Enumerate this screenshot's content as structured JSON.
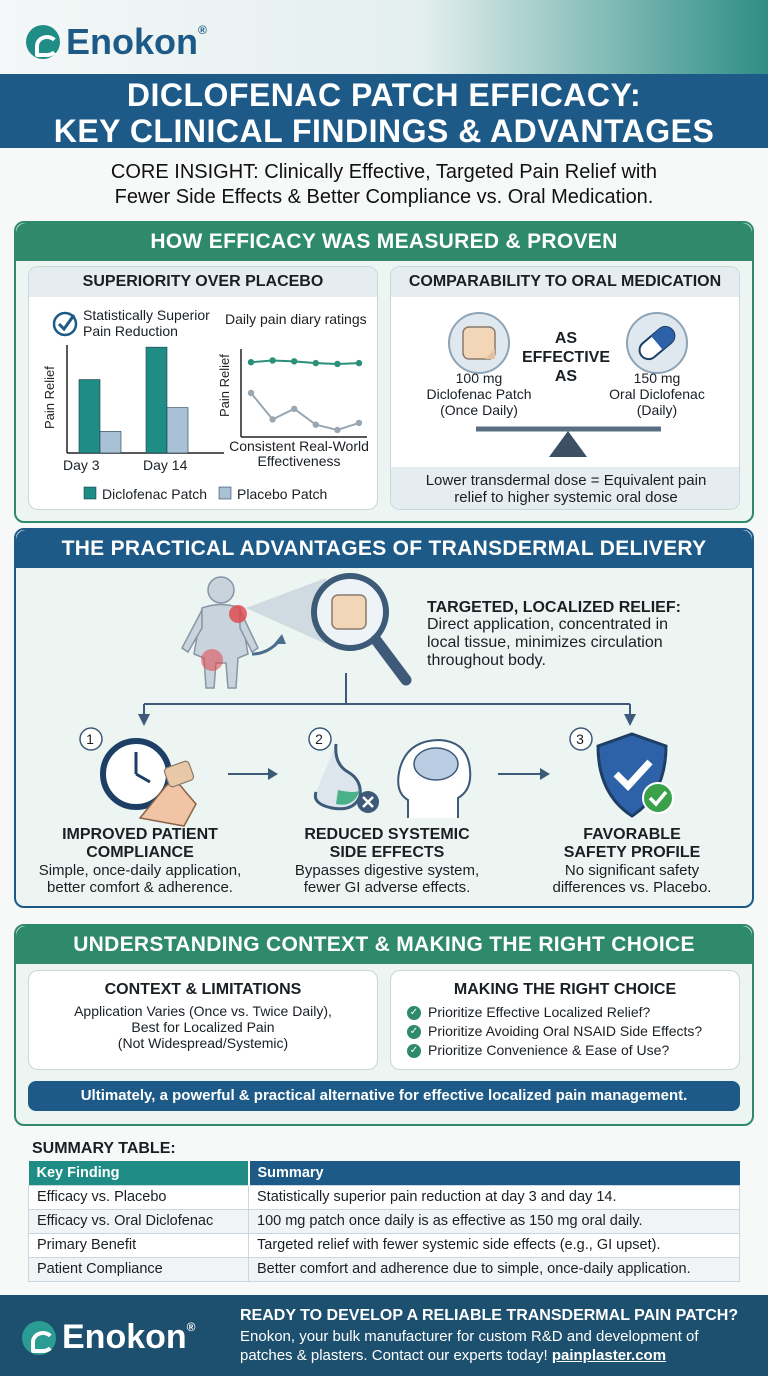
{
  "brand": {
    "name": "Enokon",
    "reg": "®"
  },
  "title": {
    "line1": "DICLOFENAC PATCH EFFICACY:",
    "line2": "KEY CLINICAL FINDINGS & ADVANTAGES"
  },
  "core_insight": {
    "line1": "CORE INSIGHT: Clinically Effective, Targeted Pain Relief with",
    "line2": "Fewer Side Effects & Better Compliance vs. Oral Medication."
  },
  "section1": {
    "heading": "HOW EFFICACY WAS MEASURED & PROVEN",
    "placebo_card": {
      "heading": "SUPERIORITY OVER PLACEBO",
      "check_text_1": "Statistically Superior",
      "check_text_2": "Pain Reduction",
      "diary_title": "Daily pain diary ratings",
      "ylabel": "Pain Relief",
      "line_caption_1": "Consistent Real-World",
      "line_caption_2": "Effectiveness",
      "legend_patch": "Diclofenac Patch",
      "legend_placebo": "Placebo Patch"
    },
    "oral_card": {
      "heading": "COMPARABILITY TO ORAL MEDICATION",
      "center_1": "AS",
      "center_2": "EFFECTIVE",
      "center_3": "AS",
      "left_1": "100 mg",
      "left_2": "Diclofenac Patch",
      "left_3": "(Once Daily)",
      "right_1": "150 mg",
      "right_2": "Oral Diclofenac",
      "right_3": "(Daily)",
      "note_1": "Lower transdermal dose = Equivalent pain",
      "note_2": "relief to higher systemic oral dose"
    }
  },
  "chart_data": [
    {
      "type": "bar",
      "categories": [
        "Day 3",
        "Day 14"
      ],
      "series": [
        {
          "name": "Diclofenac Patch",
          "values": [
            68,
            98
          ]
        },
        {
          "name": "Placebo Patch",
          "values": [
            20,
            42
          ]
        }
      ],
      "ylabel": "Pain Relief",
      "colors": [
        "#1f8d86",
        "#a9c1d4"
      ]
    },
    {
      "type": "line",
      "title": "Daily pain diary ratings",
      "ylabel": "Pain Relief",
      "x": [
        1,
        2,
        3,
        4,
        5,
        6
      ],
      "series": [
        {
          "values": [
            85,
            87,
            86,
            84,
            83,
            84
          ],
          "color": "#2a9079"
        },
        {
          "values": [
            50,
            20,
            32,
            14,
            8,
            16
          ],
          "color": "#9aa6b0"
        }
      ]
    }
  ],
  "section2": {
    "heading": "THE PRACTICAL ADVANTAGES OF TRANSDERMAL DELIVERY",
    "targeted_title": "TARGETED, LOCALIZED RELIEF:",
    "targeted_1": "Direct application, concentrated in",
    "targeted_2": "local tissue, minimizes circulation",
    "targeted_3": "throughout body.",
    "items": [
      {
        "num": "1",
        "title_1": "IMPROVED PATIENT",
        "title_2": "COMPLIANCE",
        "desc_1": "Simple, once-daily application,",
        "desc_2": "better comfort & adherence."
      },
      {
        "num": "2",
        "title_1": "REDUCED SYSTEMIC",
        "title_2": "SIDE EFFECTS",
        "desc_1": "Bypasses digestive system,",
        "desc_2": "fewer GI adverse effects."
      },
      {
        "num": "3",
        "title_1": "FAVORABLE",
        "title_2": "SAFETY PROFILE",
        "desc_1": "No significant safety",
        "desc_2": "differences vs. Placebo."
      }
    ]
  },
  "section3": {
    "heading": "UNDERSTANDING CONTEXT & MAKING THE RIGHT CHOICE",
    "context_heading": "CONTEXT & LIMITATIONS",
    "context_1": "Application Varies (Once vs. Twice Daily),",
    "context_2": "Best for Localized Pain",
    "context_3": "(Not Widespread/Systemic)",
    "choice_heading": "MAKING THE RIGHT CHOICE",
    "choices": [
      "Prioritize Effective Localized Relief?",
      "Prioritize Avoiding Oral NSAID Side Effects?",
      "Prioritize Convenience & Ease of Use?"
    ],
    "banner": "Ultimately, a powerful & practical alternative for effective localized pain management."
  },
  "summary": {
    "label": "SUMMARY TABLE:",
    "headers": [
      "Key Finding",
      "Summary"
    ],
    "rows": [
      [
        "Efficacy vs. Placebo",
        "Statistically superior pain reduction at day 3 and day 14."
      ],
      [
        "Efficacy vs. Oral Diclofenac",
        "100 mg patch once daily is as effective as 150 mg oral daily."
      ],
      [
        "Primary Benefit",
        "Targeted relief with fewer systemic side effects (e.g., GI upset)."
      ],
      [
        "Patient Compliance",
        "Better comfort and adherence due to simple, once-daily application."
      ]
    ]
  },
  "footer": {
    "heading": "READY TO DEVELOP A RELIABLE TRANSDERMAL PAIN PATCH?",
    "line1": "Enokon, your bulk manufacturer for custom R&D and development of",
    "line2": "patches & plasters. Contact our experts today!",
    "link": "painplaster.com"
  },
  "colors": {
    "navy": "#1d5a87",
    "teal": "#1f8d86",
    "green_head": "#2e8a6b",
    "placebo": "#a9c1d4",
    "red_spot": "#e0454a",
    "check_green": "#3aa14a"
  }
}
